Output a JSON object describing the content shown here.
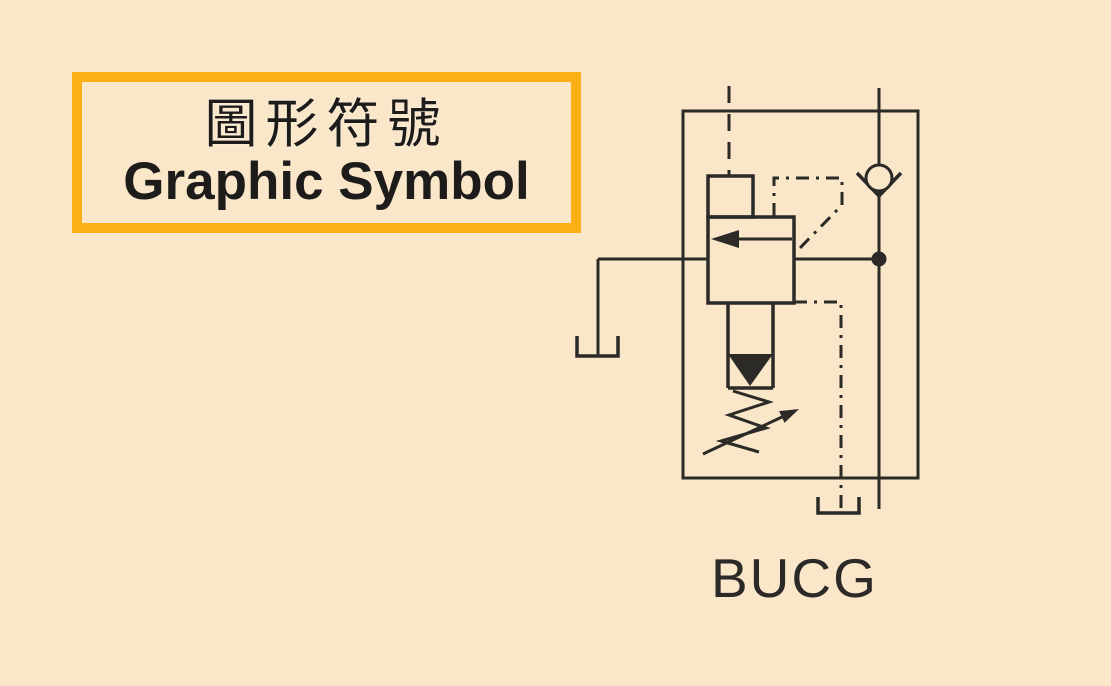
{
  "colors": {
    "background": "#FAE6C9",
    "accent": "#FBB016",
    "line": "#2B2A27",
    "text": "#1D1C1A"
  },
  "title": {
    "chinese": "圖形符號",
    "english": "Graphic Symbol"
  },
  "diagram": {
    "model": "BUCG",
    "type": "hydraulic graphic symbol",
    "icons": [
      "valve-envelope-rect",
      "pilot-cap-box",
      "main-valve-body-box",
      "flow-arrow-icon",
      "check-valve-icon",
      "junction-dot",
      "tank-icon",
      "poppet-triangle-icon",
      "spring-icon",
      "adjustability-arrow-icon",
      "pilot-dashed-line",
      "drain-dashed-line"
    ]
  }
}
